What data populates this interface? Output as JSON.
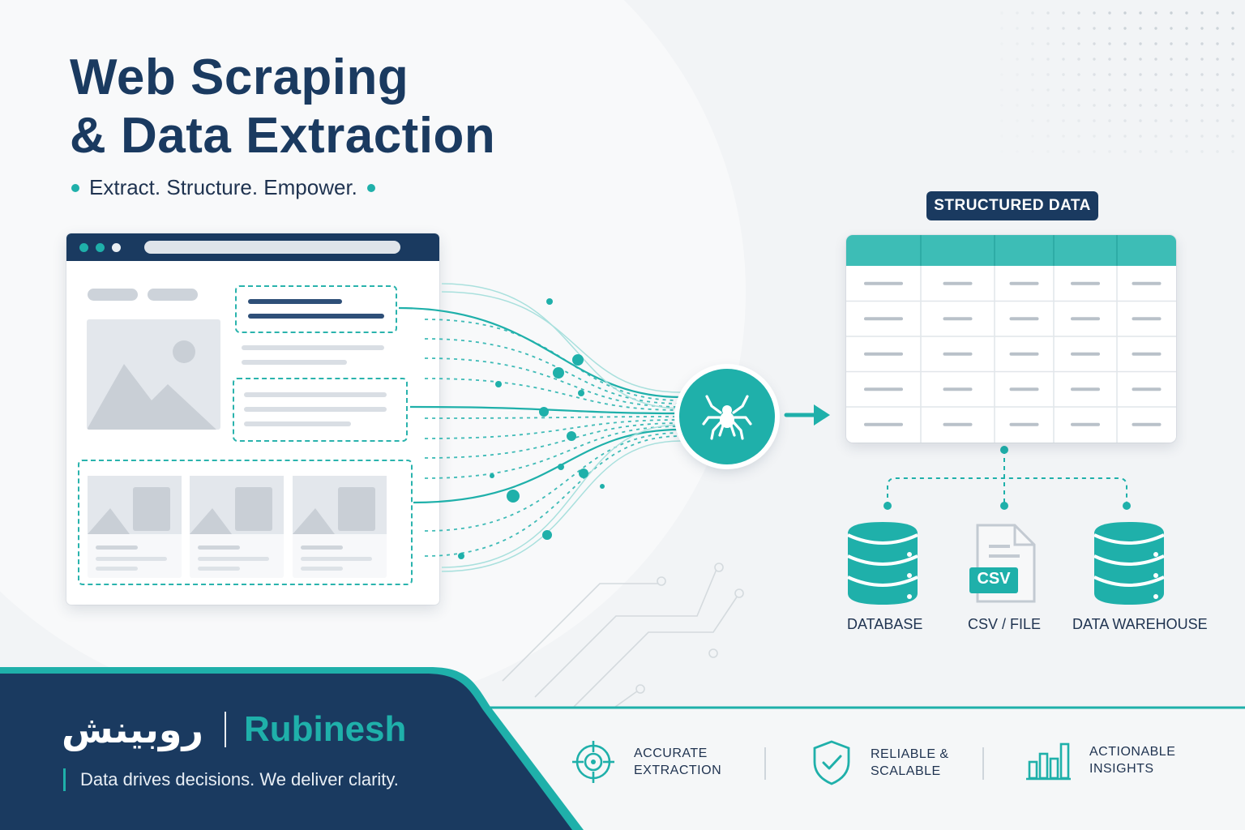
{
  "header": {
    "title_line1": "Web Scraping",
    "title_line2": "& Data Extraction",
    "tagline": "Extract. Structure. Empower."
  },
  "diagram": {
    "source": "web-page",
    "scraper": "spider",
    "output_badge": "STRUCTURED DATA",
    "table_columns": 5,
    "table_rows": 5,
    "destinations": [
      {
        "label": "DATABASE",
        "icon": "database-icon"
      },
      {
        "label": "CSV / FILE",
        "icon": "csv-file-icon",
        "badge": "CSV"
      },
      {
        "label": "DATA WAREHOUSE",
        "icon": "data-warehouse-icon"
      }
    ]
  },
  "brand": {
    "name_ar": "روبينش",
    "name_en": "Rubinesh",
    "tagline": "Data drives decisions. We deliver clarity."
  },
  "features": [
    {
      "line1": "ACCURATE",
      "line2": "EXTRACTION",
      "icon": "target-icon"
    },
    {
      "line1": "RELIABLE &",
      "line2": "SCALABLE",
      "icon": "shield-check-icon"
    },
    {
      "line1": "ACTIONABLE",
      "line2": "INSIGHTS",
      "icon": "bar-chart-icon"
    }
  ],
  "colors": {
    "navy": "#1a3a60",
    "teal": "#1fb0aa",
    "background": "#f2f4f6"
  }
}
